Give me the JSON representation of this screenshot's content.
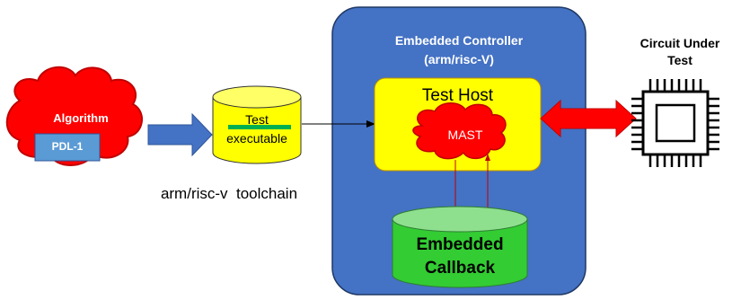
{
  "algorithm_cloud": {
    "title": "Algorithm",
    "inner_label": "PDL-1"
  },
  "test_executable": {
    "line1": "Test",
    "line2": "executable"
  },
  "toolchain_label": "arm/risc-v  toolchain",
  "embedded_controller": {
    "title_line1": "Embedded Controller",
    "title_line2": "(arm/risc-V)"
  },
  "test_host": {
    "title": "Test Host",
    "mast_label": "MAST"
  },
  "embedded_callback": {
    "line1": "Embedded",
    "line2": "Callback"
  },
  "circuit_under_test": {
    "line1": "Circuit Under",
    "line2": "Test"
  },
  "colors": {
    "controller_fill": "#4472C4",
    "controller_stroke": "#1F3864",
    "cloud_red": "#FF0000",
    "cloud_stroke": "#C00000",
    "pdl_box": "#5B9BD5",
    "flow_arrow": "#4472C4",
    "cylinder_yellow": "#FFFF00",
    "cylinder_green": "#33CC33",
    "underline_green": "#00B050",
    "test_host_fill": "#FFFF00",
    "double_arrow": "#FF0000"
  }
}
